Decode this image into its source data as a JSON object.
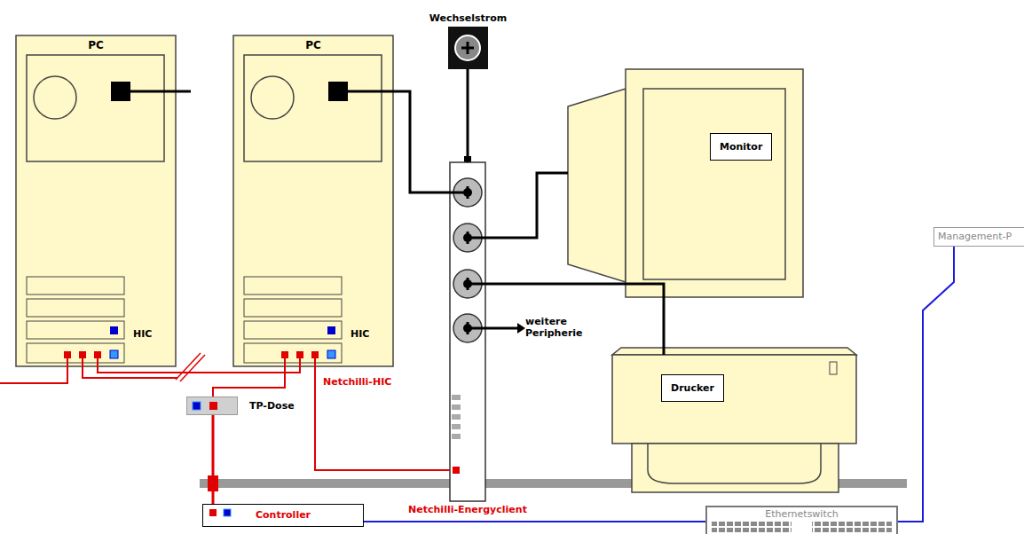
{
  "diagram": {
    "nodes": [
      {
        "text": [
          "PC",
          "HIC"
        ]
      },
      {
        "text": [
          "PC",
          "HIC"
        ]
      },
      {
        "text": [
          "Wechselstrom"
        ]
      },
      {
        "text": [
          "Netchilli-Energyclient"
        ]
      },
      {
        "text": [
          "Monitor"
        ]
      },
      {
        "text": [
          "Drucker"
        ]
      },
      {
        "text": [
          "TP-Dose"
        ]
      },
      {
        "text": [
          "Controller"
        ]
      },
      {
        "text": [
          "Ethernetswitch"
        ]
      },
      {
        "text": [
          "Management-P"
        ]
      }
    ],
    "edges": [
      {
        "from": 2,
        "to": 3,
        "arrow": "none"
      },
      {
        "from": 1,
        "to": 3,
        "arrow": "none"
      },
      {
        "from": 4,
        "to": 3,
        "arrow": "none"
      },
      {
        "from": 5,
        "to": 3,
        "arrow": "none"
      },
      {
        "from": 0,
        "to": 1,
        "arrow": "none"
      },
      {
        "from": 1,
        "to": 6,
        "arrow": "none"
      },
      {
        "from": 6,
        "to": 7,
        "arrow": "none"
      },
      {
        "from": 1,
        "to": 3,
        "arrow": "none"
      },
      {
        "from": 7,
        "to": 8,
        "arrow": "none"
      },
      {
        "from": 8,
        "to": 9,
        "arrow": "none"
      }
    ],
    "labels": [
      "weitere Peripherie",
      "Netchilli-HIC"
    ]
  }
}
